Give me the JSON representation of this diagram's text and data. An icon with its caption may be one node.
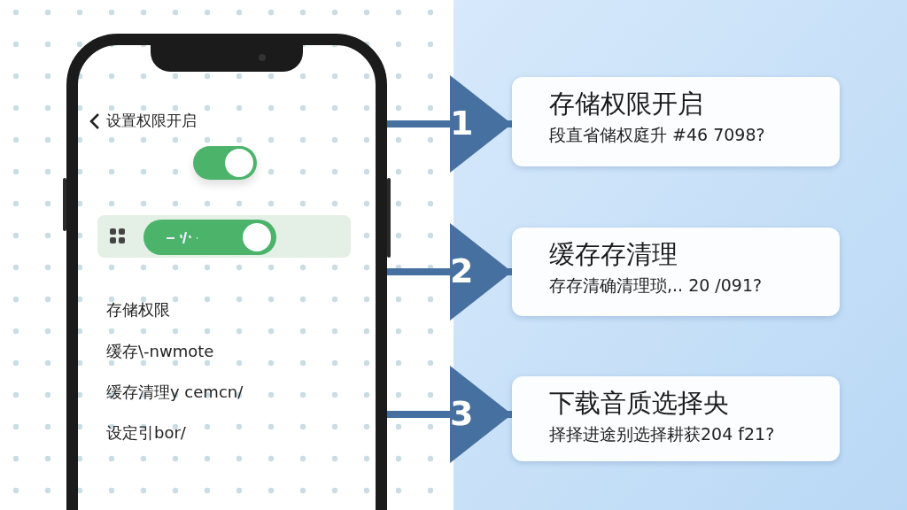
{
  "diagram": {
    "nodes": [
      {
        "text": [],
        "shape": "phone"
      },
      {
        "text": [
          "存储权限开启",
          "段直省储权庭升 #46 7098?"
        ]
      },
      {
        "text": [
          "缓存存清理",
          "存存清确清理琐,.. 20 /091?"
        ]
      },
      {
        "text": [
          "下载音质选择央",
          "择择进途别选择耕获204 f21?"
        ]
      }
    ],
    "edges": [
      {
        "from": 0,
        "to": 1,
        "arrow": "to",
        "label": "1"
      },
      {
        "from": 0,
        "to": 2,
        "arrow": "to",
        "label": "2"
      },
      {
        "from": 0,
        "to": 3,
        "arrow": "to",
        "label": "3"
      }
    ],
    "labels": [
      "设置权限开启",
      "存储权限",
      "缓存\\-nwmote",
      "缓存清理y cemcn/",
      "设定引bor/"
    ]
  }
}
